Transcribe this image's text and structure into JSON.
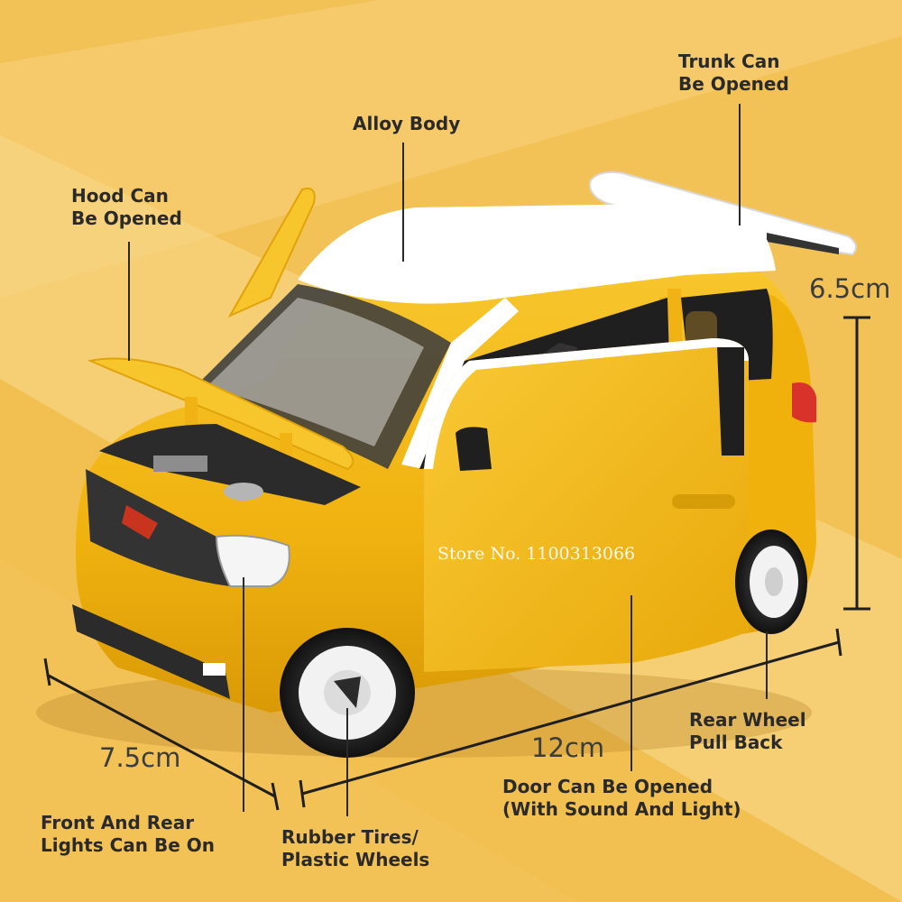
{
  "callouts": {
    "trunk": "Trunk Can\nBe Opened",
    "alloy_body": "Alloy Body",
    "hood": "Hood Can\nBe Opened",
    "rear_wheel": "Rear Wheel\nPull Back",
    "door": "Door Can Be Opened\n(With Sound And Light)",
    "lights": "Front And Rear\nLights Can Be On",
    "tires": "Rubber Tires/\nPlastic Wheels"
  },
  "dimensions": {
    "height": "6.5cm",
    "width": "7.5cm",
    "length": "12cm"
  },
  "watermark": "Store No. 1100313066",
  "colors": {
    "background": "#f3c257",
    "car_body": "#f2b417",
    "roof": "#ffffff",
    "text": "#2a2a2a",
    "line": "#2a2a2a"
  }
}
